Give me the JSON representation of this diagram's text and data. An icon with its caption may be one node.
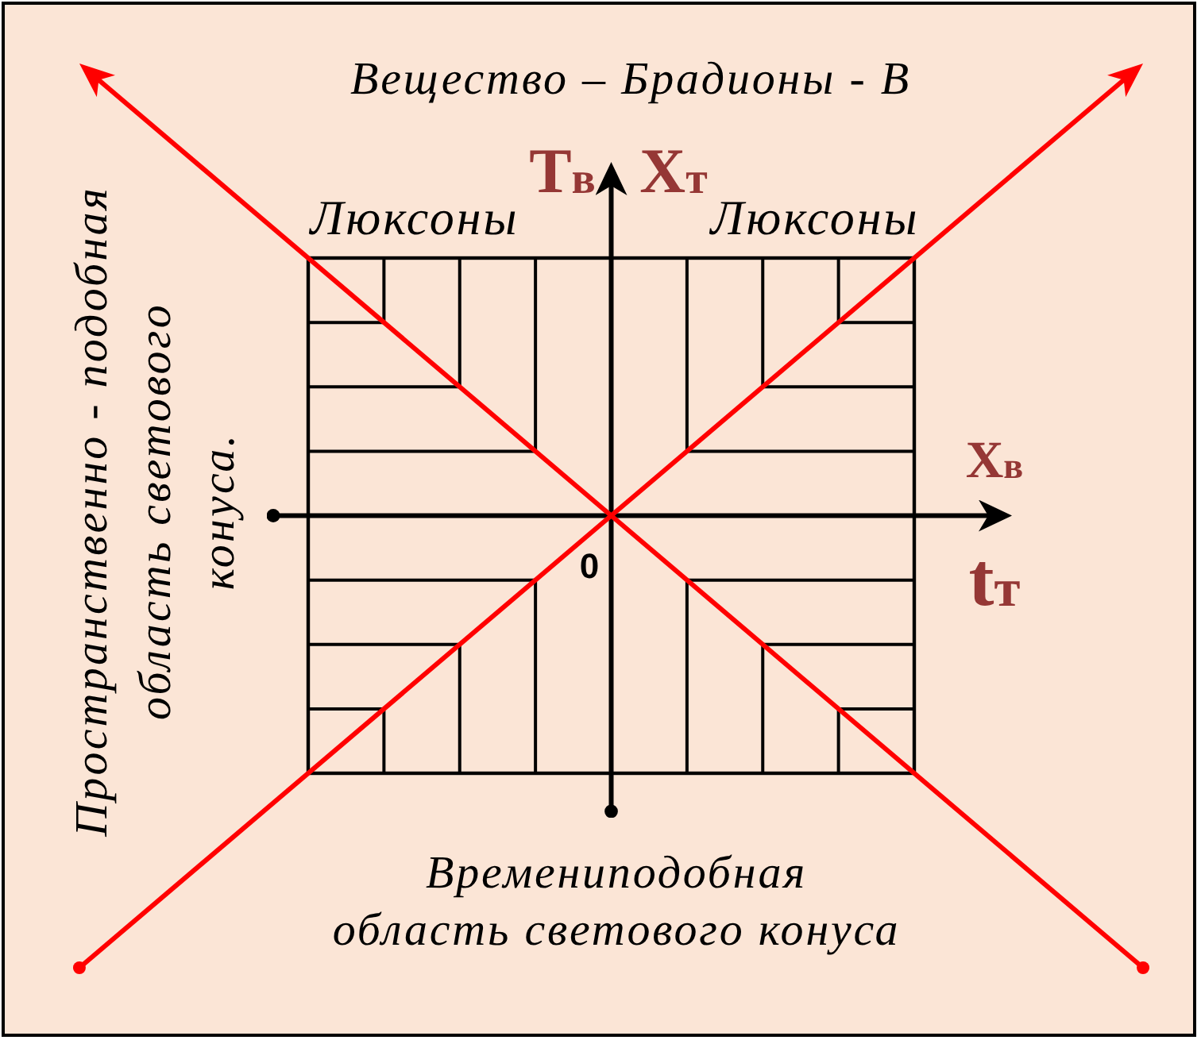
{
  "diagram": {
    "labels": [
      "Вещество – Брадионы - В",
      "T$_{в}$",
      "X$_{т}$",
      "Люксоны",
      "Люксоны",
      "Пространственно - подобная область светового конуса.",
      "X$_{в}$",
      "0",
      "t$_{т}$",
      "Времениподобная область светового конуса"
    ]
  }
}
